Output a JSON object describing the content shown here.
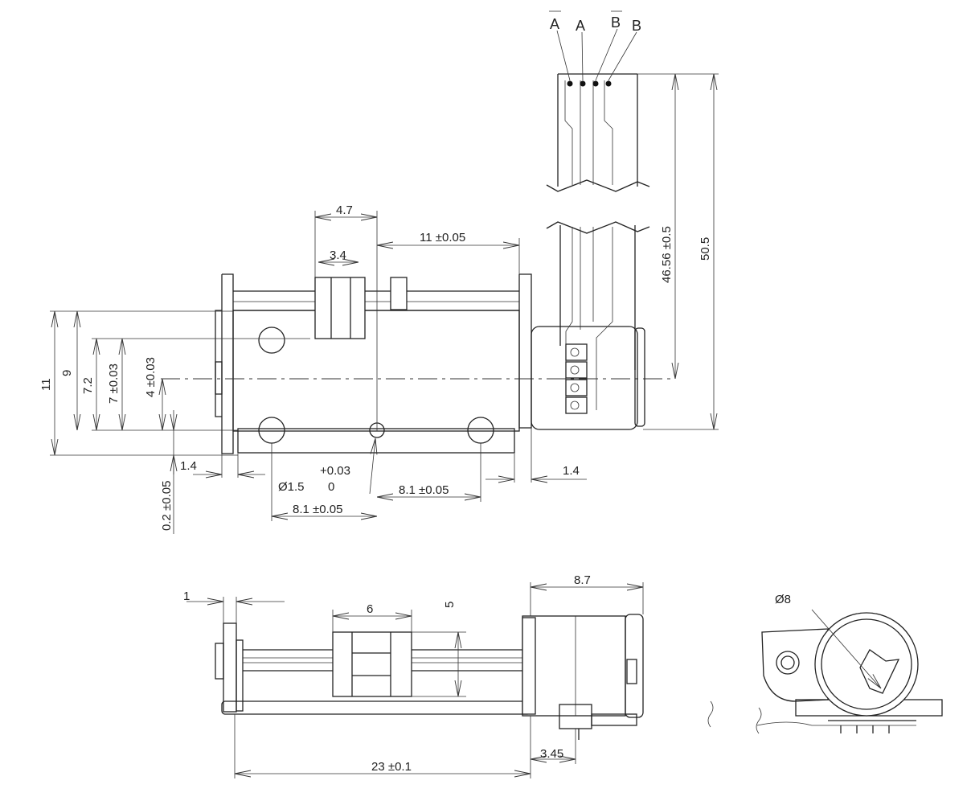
{
  "pin_labels": {
    "a_bar": "A",
    "a": "A",
    "b_bar": "B",
    "b": "B"
  },
  "dims": {
    "d_4_7": "4.7",
    "d_3_4": "3.4",
    "d_11": "11 ±0.05",
    "d_46_56": "46.56 ±0.5",
    "d_50_5": "50.5",
    "d_11_h": "11",
    "d_9": "9",
    "d_7_2": "7.2",
    "d_7": "7 ±0.03",
    "d_4": "4 ±0.03",
    "d_0_2": "0.2 ±0.05",
    "d_1_4_left": "1.4",
    "d_1_4_right": "1.4",
    "d_tol_plus": "+0.03",
    "d_dia_1_5": "Ø1.5",
    "d_tol_zero": "0",
    "d_8_1_right": "8.1 ±0.05",
    "d_8_1_left": "8.1 ±0.05",
    "d_1": "1",
    "d_6": "6",
    "d_5": "5",
    "d_8_7": "8.7",
    "d_3_45": "3.45",
    "d_23": "23 ±0.1",
    "d_dia_8": "Ø8"
  }
}
